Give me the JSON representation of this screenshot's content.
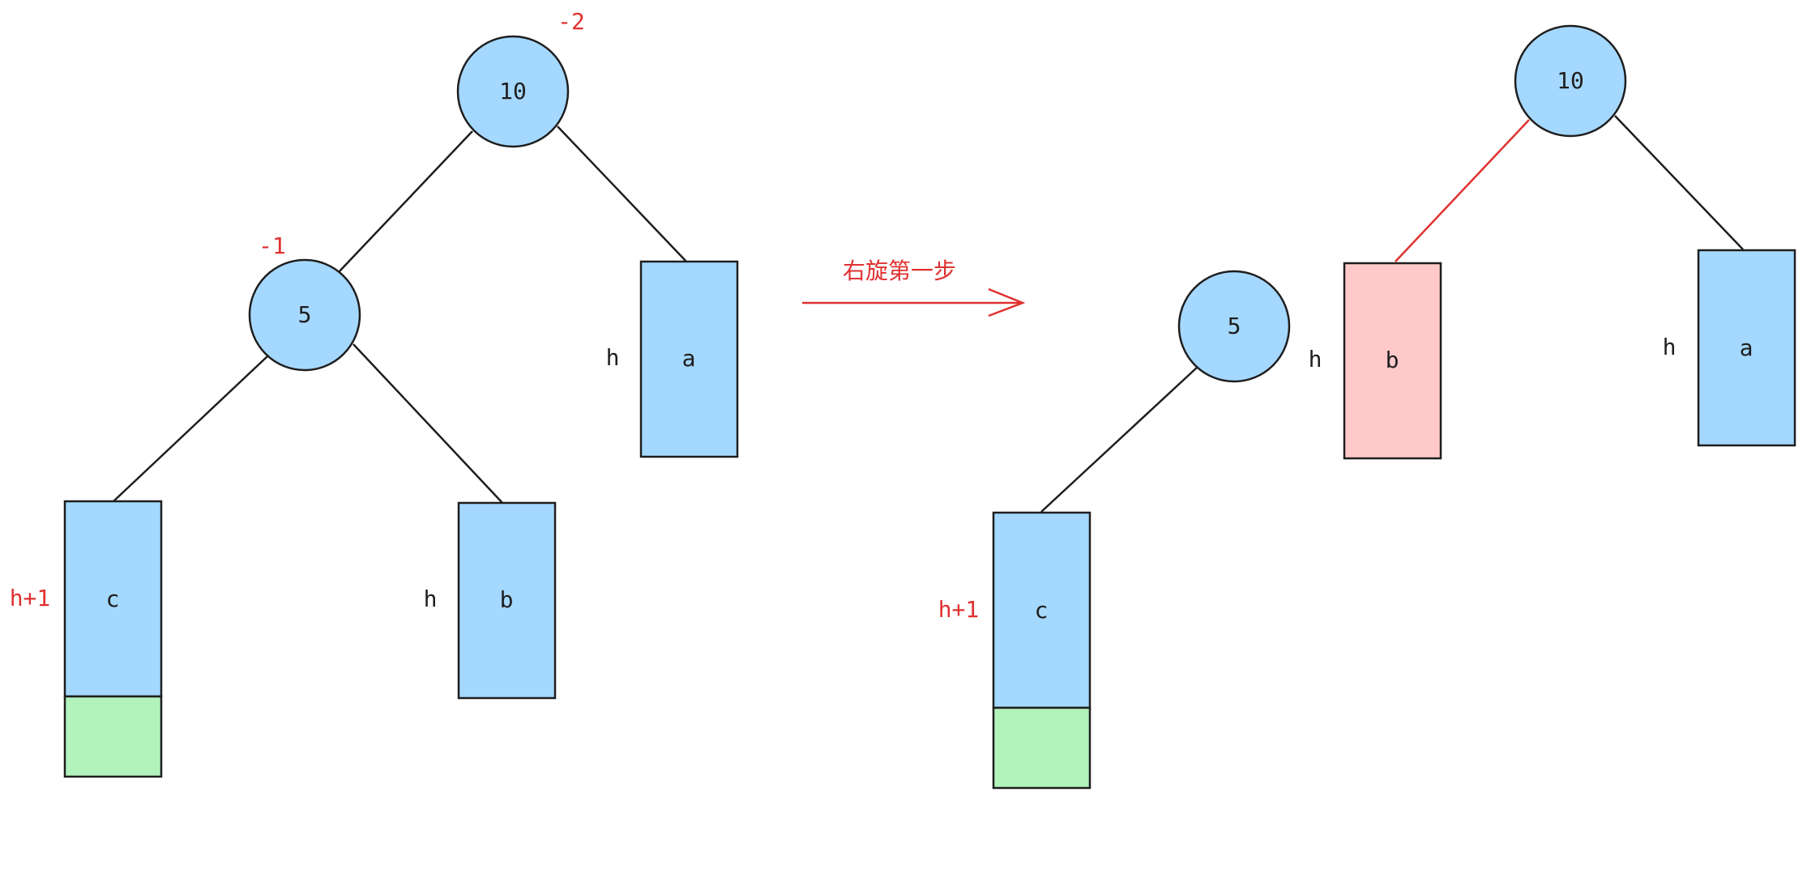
{
  "diagram": {
    "colors": {
      "node": "#a5d8ff",
      "subtree": "#a5d8ff",
      "inserted": "#b2f2bb",
      "moved": "#ffc9c9",
      "stroke": "#1e1e1e",
      "accent": "#e03131"
    },
    "before": {
      "root": {
        "value": "10",
        "balance": "-2"
      },
      "left": {
        "value": "5",
        "balance": "-1"
      },
      "subtree_a": {
        "label": "a",
        "height": "h"
      },
      "subtree_b": {
        "label": "b",
        "height": "h"
      },
      "subtree_c": {
        "label": "c",
        "height": "h+1"
      }
    },
    "transition": {
      "caption": "右旋第一步"
    },
    "after": {
      "root": {
        "value": "10"
      },
      "left": {
        "value": "5"
      },
      "subtree_a": {
        "label": "a",
        "height": "h"
      },
      "subtree_b": {
        "label": "b",
        "height": "h"
      },
      "subtree_c": {
        "label": "c",
        "height": "h+1"
      }
    }
  }
}
